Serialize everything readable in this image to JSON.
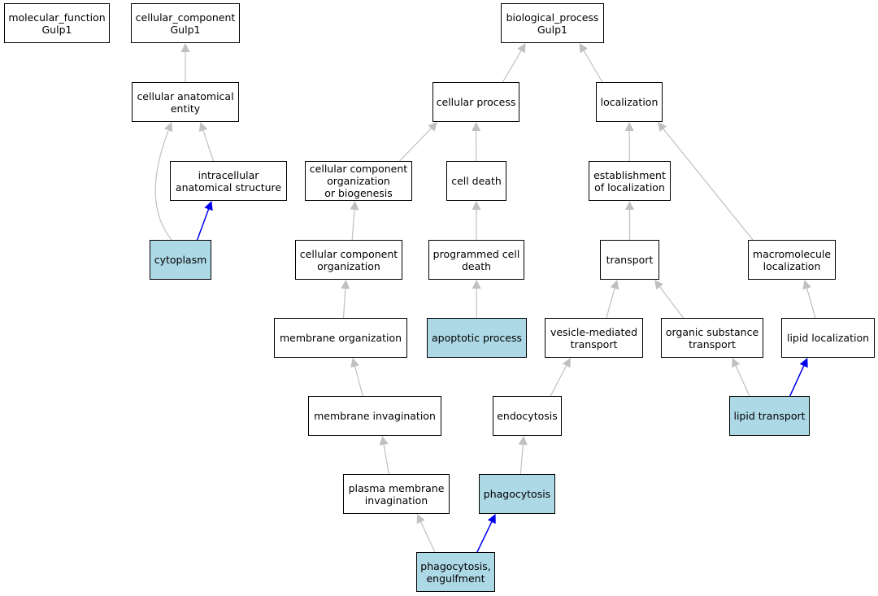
{
  "nodes": {
    "mf_root": {
      "label": "molecular_function\nGulp1",
      "highlight": false
    },
    "cc_root": {
      "label": "cellular_component\nGulp1",
      "highlight": false
    },
    "bp_root": {
      "label": "biological_process\nGulp1",
      "highlight": false
    },
    "cae": {
      "label": "cellular anatomical\nentity",
      "highlight": false
    },
    "cell_process": {
      "label": "cellular process",
      "highlight": false
    },
    "localization": {
      "label": "localization",
      "highlight": false
    },
    "intracellular": {
      "label": "intracellular\nanatomical structure",
      "highlight": false
    },
    "ccob": {
      "label": "cellular component\norganization\nor biogenesis",
      "highlight": false
    },
    "cell_death": {
      "label": "cell death",
      "highlight": false
    },
    "est_loc": {
      "label": "establishment\nof localization",
      "highlight": false
    },
    "cytoplasm": {
      "label": "cytoplasm",
      "highlight": true
    },
    "cco": {
      "label": "cellular component\norganization",
      "highlight": false
    },
    "pcd": {
      "label": "programmed cell\ndeath",
      "highlight": false
    },
    "transport": {
      "label": "transport",
      "highlight": false
    },
    "macro_loc": {
      "label": "macromolecule\nlocalization",
      "highlight": false
    },
    "membrane_org": {
      "label": "membrane organization",
      "highlight": false
    },
    "apoptotic": {
      "label": "apoptotic process",
      "highlight": true
    },
    "vesicle": {
      "label": "vesicle-mediated\ntransport",
      "highlight": false
    },
    "organic": {
      "label": "organic substance\ntransport",
      "highlight": false
    },
    "lipid_loc": {
      "label": "lipid localization",
      "highlight": false
    },
    "membrane_inv": {
      "label": "membrane invagination",
      "highlight": false
    },
    "endocytosis": {
      "label": "endocytosis",
      "highlight": false
    },
    "lipid_transport": {
      "label": "lipid transport",
      "highlight": true
    },
    "pm_inv": {
      "label": "plasma membrane\ninvagination",
      "highlight": false
    },
    "phagocytosis": {
      "label": "phagocytosis",
      "highlight": true
    },
    "engulfment": {
      "label": "phagocytosis,\nengulfment",
      "highlight": true
    }
  },
  "edges": [
    {
      "from": "cae",
      "to": "cc_root",
      "kind": "is_a"
    },
    {
      "from": "cell_process",
      "to": "bp_root",
      "kind": "is_a"
    },
    {
      "from": "localization",
      "to": "bp_root",
      "kind": "is_a"
    },
    {
      "from": "cytoplasm",
      "to": "cae",
      "kind": "is_a"
    },
    {
      "from": "intracellular",
      "to": "cae",
      "kind": "is_a"
    },
    {
      "from": "cytoplasm",
      "to": "intracellular",
      "kind": "part_of"
    },
    {
      "from": "ccob",
      "to": "cell_process",
      "kind": "is_a"
    },
    {
      "from": "cell_death",
      "to": "cell_process",
      "kind": "is_a"
    },
    {
      "from": "est_loc",
      "to": "localization",
      "kind": "is_a"
    },
    {
      "from": "macro_loc",
      "to": "localization",
      "kind": "is_a"
    },
    {
      "from": "cco",
      "to": "ccob",
      "kind": "is_a"
    },
    {
      "from": "pcd",
      "to": "cell_death",
      "kind": "is_a"
    },
    {
      "from": "transport",
      "to": "est_loc",
      "kind": "is_a"
    },
    {
      "from": "membrane_org",
      "to": "cco",
      "kind": "is_a"
    },
    {
      "from": "apoptotic",
      "to": "pcd",
      "kind": "is_a"
    },
    {
      "from": "vesicle",
      "to": "transport",
      "kind": "is_a"
    },
    {
      "from": "organic",
      "to": "transport",
      "kind": "is_a"
    },
    {
      "from": "lipid_loc",
      "to": "macro_loc",
      "kind": "is_a"
    },
    {
      "from": "membrane_inv",
      "to": "membrane_org",
      "kind": "is_a"
    },
    {
      "from": "endocytosis",
      "to": "vesicle",
      "kind": "is_a"
    },
    {
      "from": "lipid_transport",
      "to": "organic",
      "kind": "is_a"
    },
    {
      "from": "lipid_transport",
      "to": "lipid_loc",
      "kind": "part_of"
    },
    {
      "from": "pm_inv",
      "to": "membrane_inv",
      "kind": "is_a"
    },
    {
      "from": "phagocytosis",
      "to": "endocytosis",
      "kind": "is_a"
    },
    {
      "from": "engulfment",
      "to": "pm_inv",
      "kind": "is_a"
    },
    {
      "from": "engulfment",
      "to": "phagocytosis",
      "kind": "part_of"
    }
  ],
  "colors": {
    "highlight_fill": "#add8e6",
    "node_fill": "#ffffff",
    "node_border": "#000000",
    "edge_is_a": "#c0c0c0",
    "edge_part_of": "#0000ee"
  }
}
